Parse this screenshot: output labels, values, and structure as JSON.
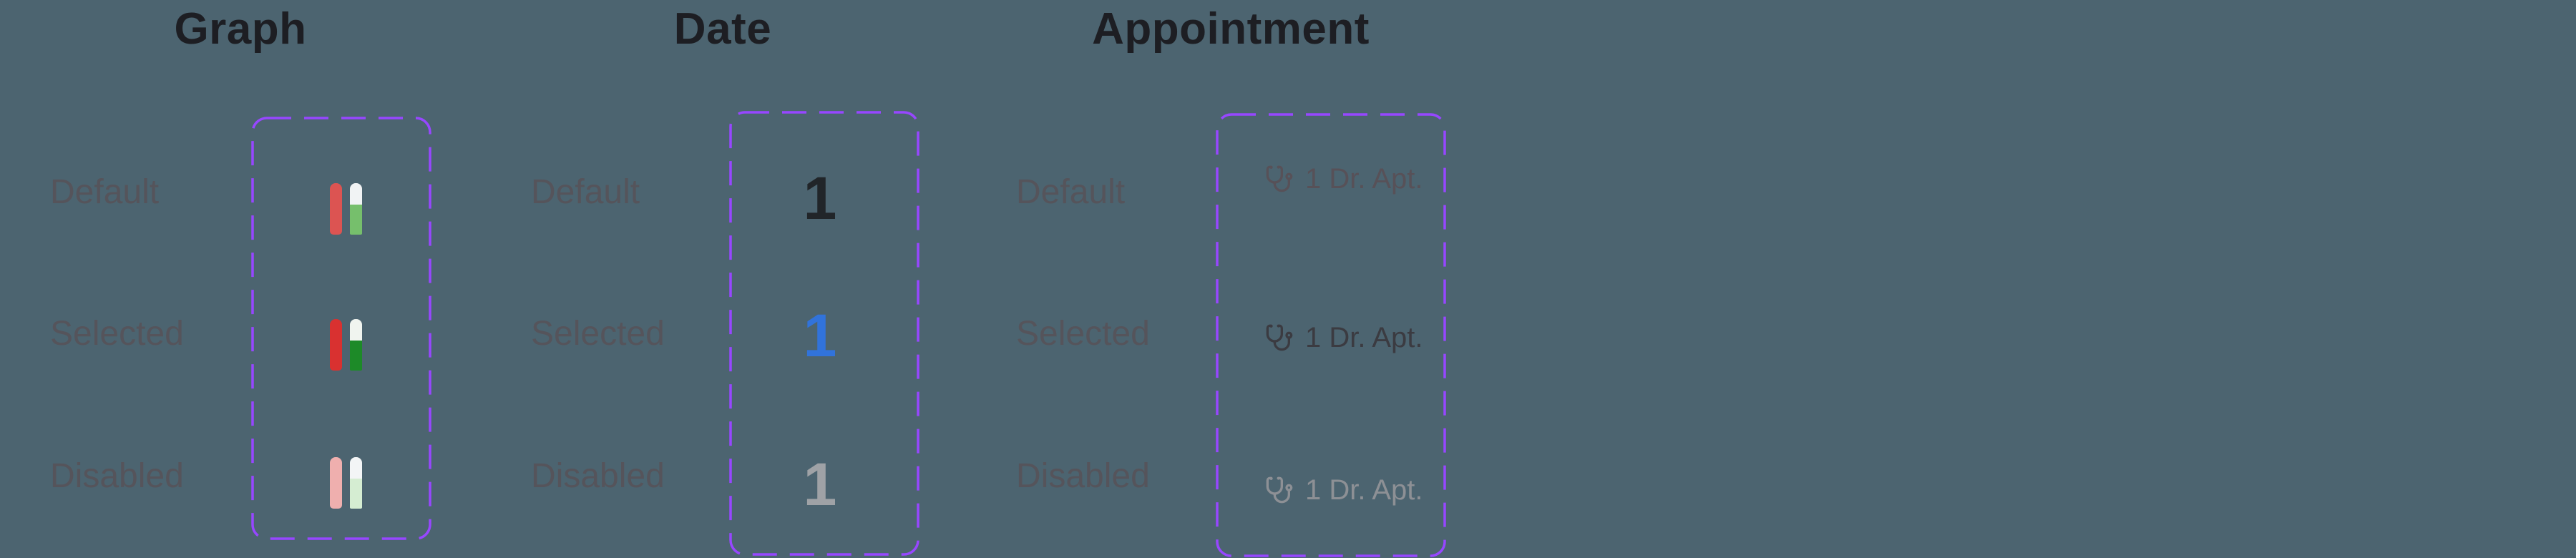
{
  "background": "#4C6470",
  "annotation_color": "#9747FF",
  "title_color": "#1D1E23",
  "label_color": "#55545B",
  "columns": [
    {
      "title": "Graph",
      "rows": [
        {
          "label": "Default"
        },
        {
          "label": "Selected"
        },
        {
          "label": "Disabled"
        }
      ],
      "states": [
        {
          "name": "Default",
          "bar1": "#DC5452",
          "bar2_top": "#F1F3F4",
          "bar2_bottom": "#76BF6C"
        },
        {
          "name": "Selected",
          "bar1": "#D93130",
          "bar2_top": "#F0F4EF",
          "bar2_bottom": "#1D8A28"
        },
        {
          "name": "Disabled",
          "bar1": "#EFAFAE",
          "bar2_top": "#F3F5F6",
          "bar2_bottom": "#D5EDD2"
        }
      ]
    },
    {
      "title": "Date",
      "rows": [
        {
          "label": "Default"
        },
        {
          "label": "Selected"
        },
        {
          "label": "Disabled"
        }
      ],
      "values": [
        {
          "state": "Default",
          "text": "1",
          "color": "#212529"
        },
        {
          "state": "Selected",
          "text": "1",
          "color": "#3173DB"
        },
        {
          "state": "Disabled",
          "text": "1",
          "color": "#9FA2A6"
        }
      ]
    },
    {
      "title": "Appointment",
      "rows": [
        {
          "label": "Default"
        },
        {
          "label": "Selected"
        },
        {
          "label": "Disabled"
        }
      ],
      "chips": [
        {
          "state": "Default",
          "icon": "stethoscope-icon",
          "text": "1 Dr. Apt.",
          "color": "#575158"
        },
        {
          "state": "Selected",
          "icon": "stethoscope-icon",
          "text": "1 Dr. Apt.",
          "color": "#3B3B41"
        },
        {
          "state": "Disabled",
          "icon": "stethoscope-icon",
          "text": "1 Dr. Apt.",
          "color": "#8D9095"
        }
      ]
    }
  ]
}
